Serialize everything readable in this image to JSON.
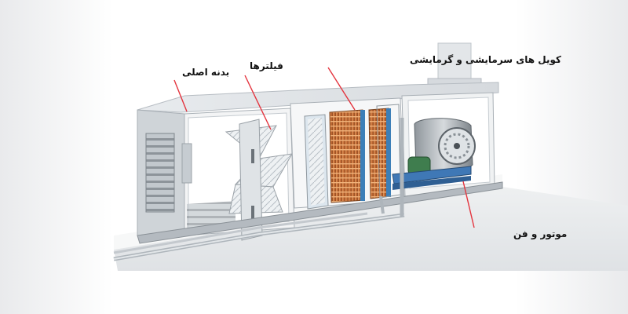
{
  "labels": {
    "main_body": "بدنه اصلی",
    "filters": "فیلترها",
    "coils": "کویل های سرمایشی و گرمایشی",
    "motor_fan": "موتور و فن"
  },
  "colors": {
    "leader_line": "#e4343e",
    "casing_light": "#e6e9ec",
    "casing_mid": "#c9ced3",
    "casing_dark": "#9aa1a8",
    "copper": "#c9713a",
    "fin_blue": "#3c7fb8",
    "filter_frame": "#d9e4ec",
    "floor": "#e9ebed"
  }
}
